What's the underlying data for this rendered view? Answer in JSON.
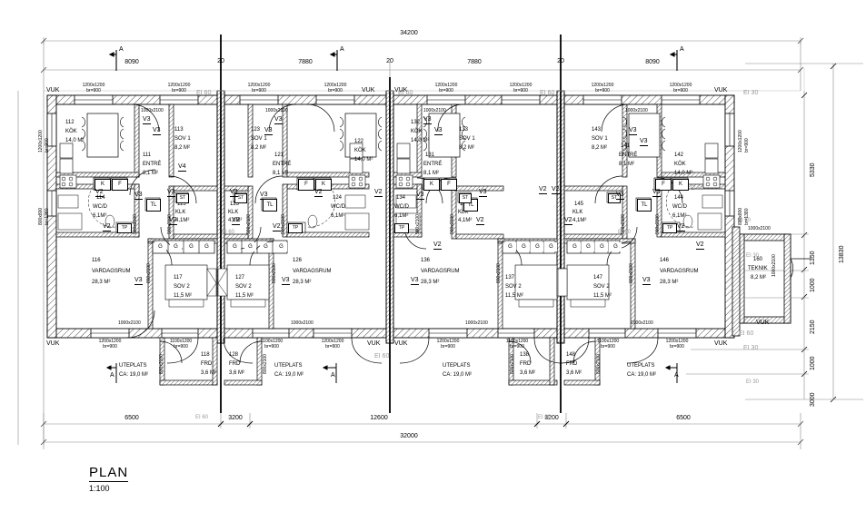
{
  "drawing": {
    "title": "PLAN",
    "scale": "1:100",
    "type": "architectural-floor-plan",
    "language": "sv"
  },
  "dimensions": {
    "top_overall": "34200",
    "top_segments": [
      "8090",
      "20",
      "7880",
      "20",
      "7880",
      "20",
      "8090"
    ],
    "bottom_overall": "32000",
    "bottom_segments": [
      "6500",
      "3200",
      "12600",
      "3200",
      "6500"
    ],
    "right_overall": "13830",
    "right_segments": [
      "5330",
      "1350",
      "1000",
      "2150",
      "1000",
      "3000"
    ]
  },
  "section_markers": [
    "A",
    "A",
    "A",
    "A",
    "A",
    "A"
  ],
  "fire_labels": {
    "ei60": "EI 60",
    "ei30": "EI 30",
    "vuk": "VUK"
  },
  "units": [
    {
      "id": "unit-1",
      "rooms": [
        {
          "num": "112",
          "name": "KÖK",
          "area": "14,0 M²"
        },
        {
          "num": "111",
          "name": "ENTRÉ",
          "area": "8,1 M²"
        },
        {
          "num": "113",
          "name": "SOV 1",
          "area": "8,2 M²"
        },
        {
          "num": "114",
          "name": "WC/D",
          "area": "6,1M²"
        },
        {
          "num": "115",
          "name": "KLK",
          "area": "4,1M²"
        },
        {
          "num": "116",
          "name": "VARDAGSRUM",
          "area": "28,3 M²"
        },
        {
          "num": "117",
          "name": "SOV 2",
          "area": "11,5 M²"
        },
        {
          "num": "118",
          "name": "FRD",
          "area": "3,6 M²"
        }
      ],
      "uteplats": {
        "name": "UTEPLATS",
        "area": "CA: 19,0 M²"
      }
    },
    {
      "id": "unit-2",
      "rooms": [
        {
          "num": "122",
          "name": "KÖK",
          "area": "14,0 M²"
        },
        {
          "num": "121",
          "name": "ENTRÉ",
          "area": "8,1 M²"
        },
        {
          "num": "123",
          "name": "SOV 1",
          "area": "8,2 M²"
        },
        {
          "num": "124",
          "name": "WC/D",
          "area": "6,1M²"
        },
        {
          "num": "125",
          "name": "KLK",
          "area": "4,1M²"
        },
        {
          "num": "126",
          "name": "VARDAGSRUM",
          "area": "28,3 M²"
        },
        {
          "num": "127",
          "name": "SOV 2",
          "area": "11,5 M²"
        },
        {
          "num": "128",
          "name": "FRD",
          "area": "3,6 M²"
        }
      ],
      "uteplats": {
        "name": "UTEPLATS",
        "area": "CA: 19,0 M²"
      }
    },
    {
      "id": "unit-3",
      "rooms": [
        {
          "num": "132",
          "name": "KÖK",
          "area": "14,0 M²"
        },
        {
          "num": "131",
          "name": "ENTRÉ",
          "area": "8,1 M²"
        },
        {
          "num": "133",
          "name": "SOV 1",
          "area": "8,2 M²"
        },
        {
          "num": "134",
          "name": "WC/D",
          "area": "6,1M²"
        },
        {
          "num": "135",
          "name": "KLK",
          "area": "4,1M²"
        },
        {
          "num": "136",
          "name": "VARDAGSRUM",
          "area": "28,3 M²"
        },
        {
          "num": "137",
          "name": "SOV 2",
          "area": "11,5 M²"
        },
        {
          "num": "138",
          "name": "FRD",
          "area": "3,6 M²"
        }
      ],
      "uteplats": {
        "name": "UTEPLATS",
        "area": "CA: 19,0 M²"
      }
    },
    {
      "id": "unit-4",
      "rooms": [
        {
          "num": "142",
          "name": "KÖK",
          "area": "14,0 M²"
        },
        {
          "num": "141",
          "name": "ENTRÉ",
          "area": "8,1 M²"
        },
        {
          "num": "143",
          "name": "SOV 1",
          "area": "8,2 M²"
        },
        {
          "num": "144",
          "name": "WC/D",
          "area": "6,1M²"
        },
        {
          "num": "145",
          "name": "KLK",
          "area": "4,1M²"
        },
        {
          "num": "146",
          "name": "VARDAGSRUM",
          "area": "28,3 M²"
        },
        {
          "num": "147",
          "name": "SOV 2",
          "area": "11,5 M²"
        },
        {
          "num": "148",
          "name": "FRD",
          "area": "3,6 M²"
        }
      ],
      "uteplats": {
        "name": "UTEPLATS",
        "area": "CA: 19,0 M²"
      }
    }
  ],
  "technical_room": {
    "num": "160",
    "name": "TEKNIK",
    "area": "8,2 M²"
  },
  "openings": {
    "window_top": "1200x1200\nbr=900",
    "window_bottom_a": "1200x1200\nbr=900",
    "window_bottom_b": "1100x1200\nbr=900",
    "door_1000x2100": "1000x2100",
    "door_900x2100": "900x2100",
    "door_800x2100": "800x2100",
    "window_side": "1200x1200\nbr=900",
    "window_low": "800x800\nbr=1380"
  },
  "symbols": {
    "wardrobe": "G",
    "storage": "ST",
    "laundry": "TL",
    "washer": "TP",
    "fridge": "K",
    "freezer": "F",
    "window_type_2": "V2",
    "window_type_3": "V3",
    "window_type_4": "V4"
  }
}
